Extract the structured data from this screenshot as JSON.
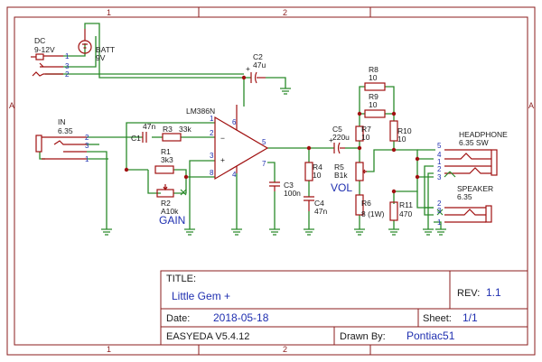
{
  "colors": {
    "border": "#8b1e1e",
    "wire": "#2a8a2a",
    "component": "#a01010",
    "label": "#1a1a1a",
    "netlabel": "#1f2fb0",
    "background": "#ffffff"
  },
  "frame": {
    "col_markers": [
      "1",
      "2"
    ],
    "row_markers": [
      "A",
      "A"
    ]
  },
  "title_block": {
    "title_label": "TITLE:",
    "title_value": "Little Gem +",
    "rev_label": "REV:",
    "rev_value": "1.1",
    "date_label": "Date:",
    "date_value": "2018-05-18",
    "sheet_label": "Sheet:",
    "sheet_value": "1/1",
    "software": "EASYEDA V5.4.12",
    "drawn_label": "Drawn By:",
    "drawn_value": "Pontiac51"
  },
  "components": {
    "dc_jack": {
      "ref": "DC",
      "value": "9-12V",
      "pins": [
        "1",
        "3",
        "2"
      ]
    },
    "battery": {
      "ref": "BATT",
      "value": "9V"
    },
    "input_jack": {
      "ref": "IN",
      "value": "6.35",
      "pins": [
        "2",
        "3",
        "1"
      ]
    },
    "c1": {
      "ref": "C1",
      "value": "47n"
    },
    "r3": {
      "ref": "R3",
      "value": "33k"
    },
    "r1": {
      "ref": "R1",
      "value": "3k3"
    },
    "r2": {
      "ref": "R2",
      "value": "A10k",
      "caption": "GAIN"
    },
    "amp": {
      "ref": "LM386N",
      "pins": [
        "1",
        "2",
        "3",
        "8",
        "6",
        "4",
        "5",
        "7"
      ]
    },
    "c2": {
      "ref": "C2",
      "value": "47u"
    },
    "c3": {
      "ref": "C3",
      "value": "100n"
    },
    "r4": {
      "ref": "R4",
      "value": "10"
    },
    "c4": {
      "ref": "C4",
      "value": "47n"
    },
    "c5": {
      "ref": "C5",
      "value": "220u"
    },
    "r5": {
      "ref": "R5",
      "value": "B1k",
      "caption": "VOL"
    },
    "r6": {
      "ref": "R6",
      "value": "8 (1W)"
    },
    "r7": {
      "ref": "R7",
      "value": "10"
    },
    "r8": {
      "ref": "R8",
      "value": "10"
    },
    "r9": {
      "ref": "R9",
      "value": "10"
    },
    "r10": {
      "ref": "R10",
      "value": "10"
    },
    "r11": {
      "ref": "R11",
      "value": "470"
    },
    "headphone": {
      "ref": "HEADPHONE",
      "value": "6.35 SW",
      "pins": [
        "5",
        "4",
        "1",
        "2",
        "3"
      ]
    },
    "speaker": {
      "ref": "SPEAKER",
      "value": "6.35",
      "pins": [
        "2",
        "3",
        "1"
      ]
    }
  }
}
